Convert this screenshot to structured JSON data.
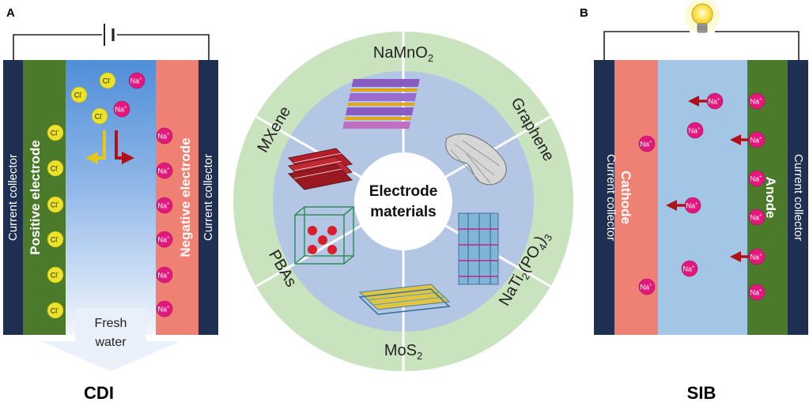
{
  "panel_a": {
    "letter": "A",
    "title": "CDI",
    "current_collector_left": "Current collector",
    "current_collector_right": "Current collector",
    "positive_electrode": "Positive electrode",
    "negative_electrode": "Negative electrode",
    "fresh_water_line1": "Fresh",
    "fresh_water_line2": "water",
    "ion_cl": "Cl",
    "ion_cl_sup": "-",
    "ion_na": "Na",
    "ion_na_sup": "+"
  },
  "panel_b": {
    "letter": "B",
    "title": "SIB",
    "current_collector_left": "Current collector",
    "current_collector_right": "Current collector",
    "cathode": "Cathode",
    "anode": "Anode",
    "ion_na": "Na",
    "ion_na_sup": "+"
  },
  "wheel": {
    "center_line1": "Electrode",
    "center_line2": "materials",
    "seg_namno2_base": "NaMnO",
    "seg_namno2_sub": "2",
    "seg_graphene": "Graphene",
    "seg_nati_a": "NaTi",
    "seg_nati_sub1": "2",
    "seg_nati_b": "(PO",
    "seg_nati_sub2": "4",
    "seg_nati_c": ")",
    "seg_nati_sub3": "3",
    "seg_mos2_base": "MoS",
    "seg_mos2_sub": "2",
    "seg_pbas": "PBAs",
    "seg_mxene": "MXene"
  },
  "colors": {
    "collector": "#1f2f52",
    "positive_green": "#4a7a2a",
    "negative_salmon": "#ef8174",
    "water_blue": "#a4c6e6",
    "cl_yellow": "#ece22a",
    "na_magenta": "#e4187c",
    "ring_green": "#c8e3bd",
    "inner_blue": "#b3c7e4"
  }
}
